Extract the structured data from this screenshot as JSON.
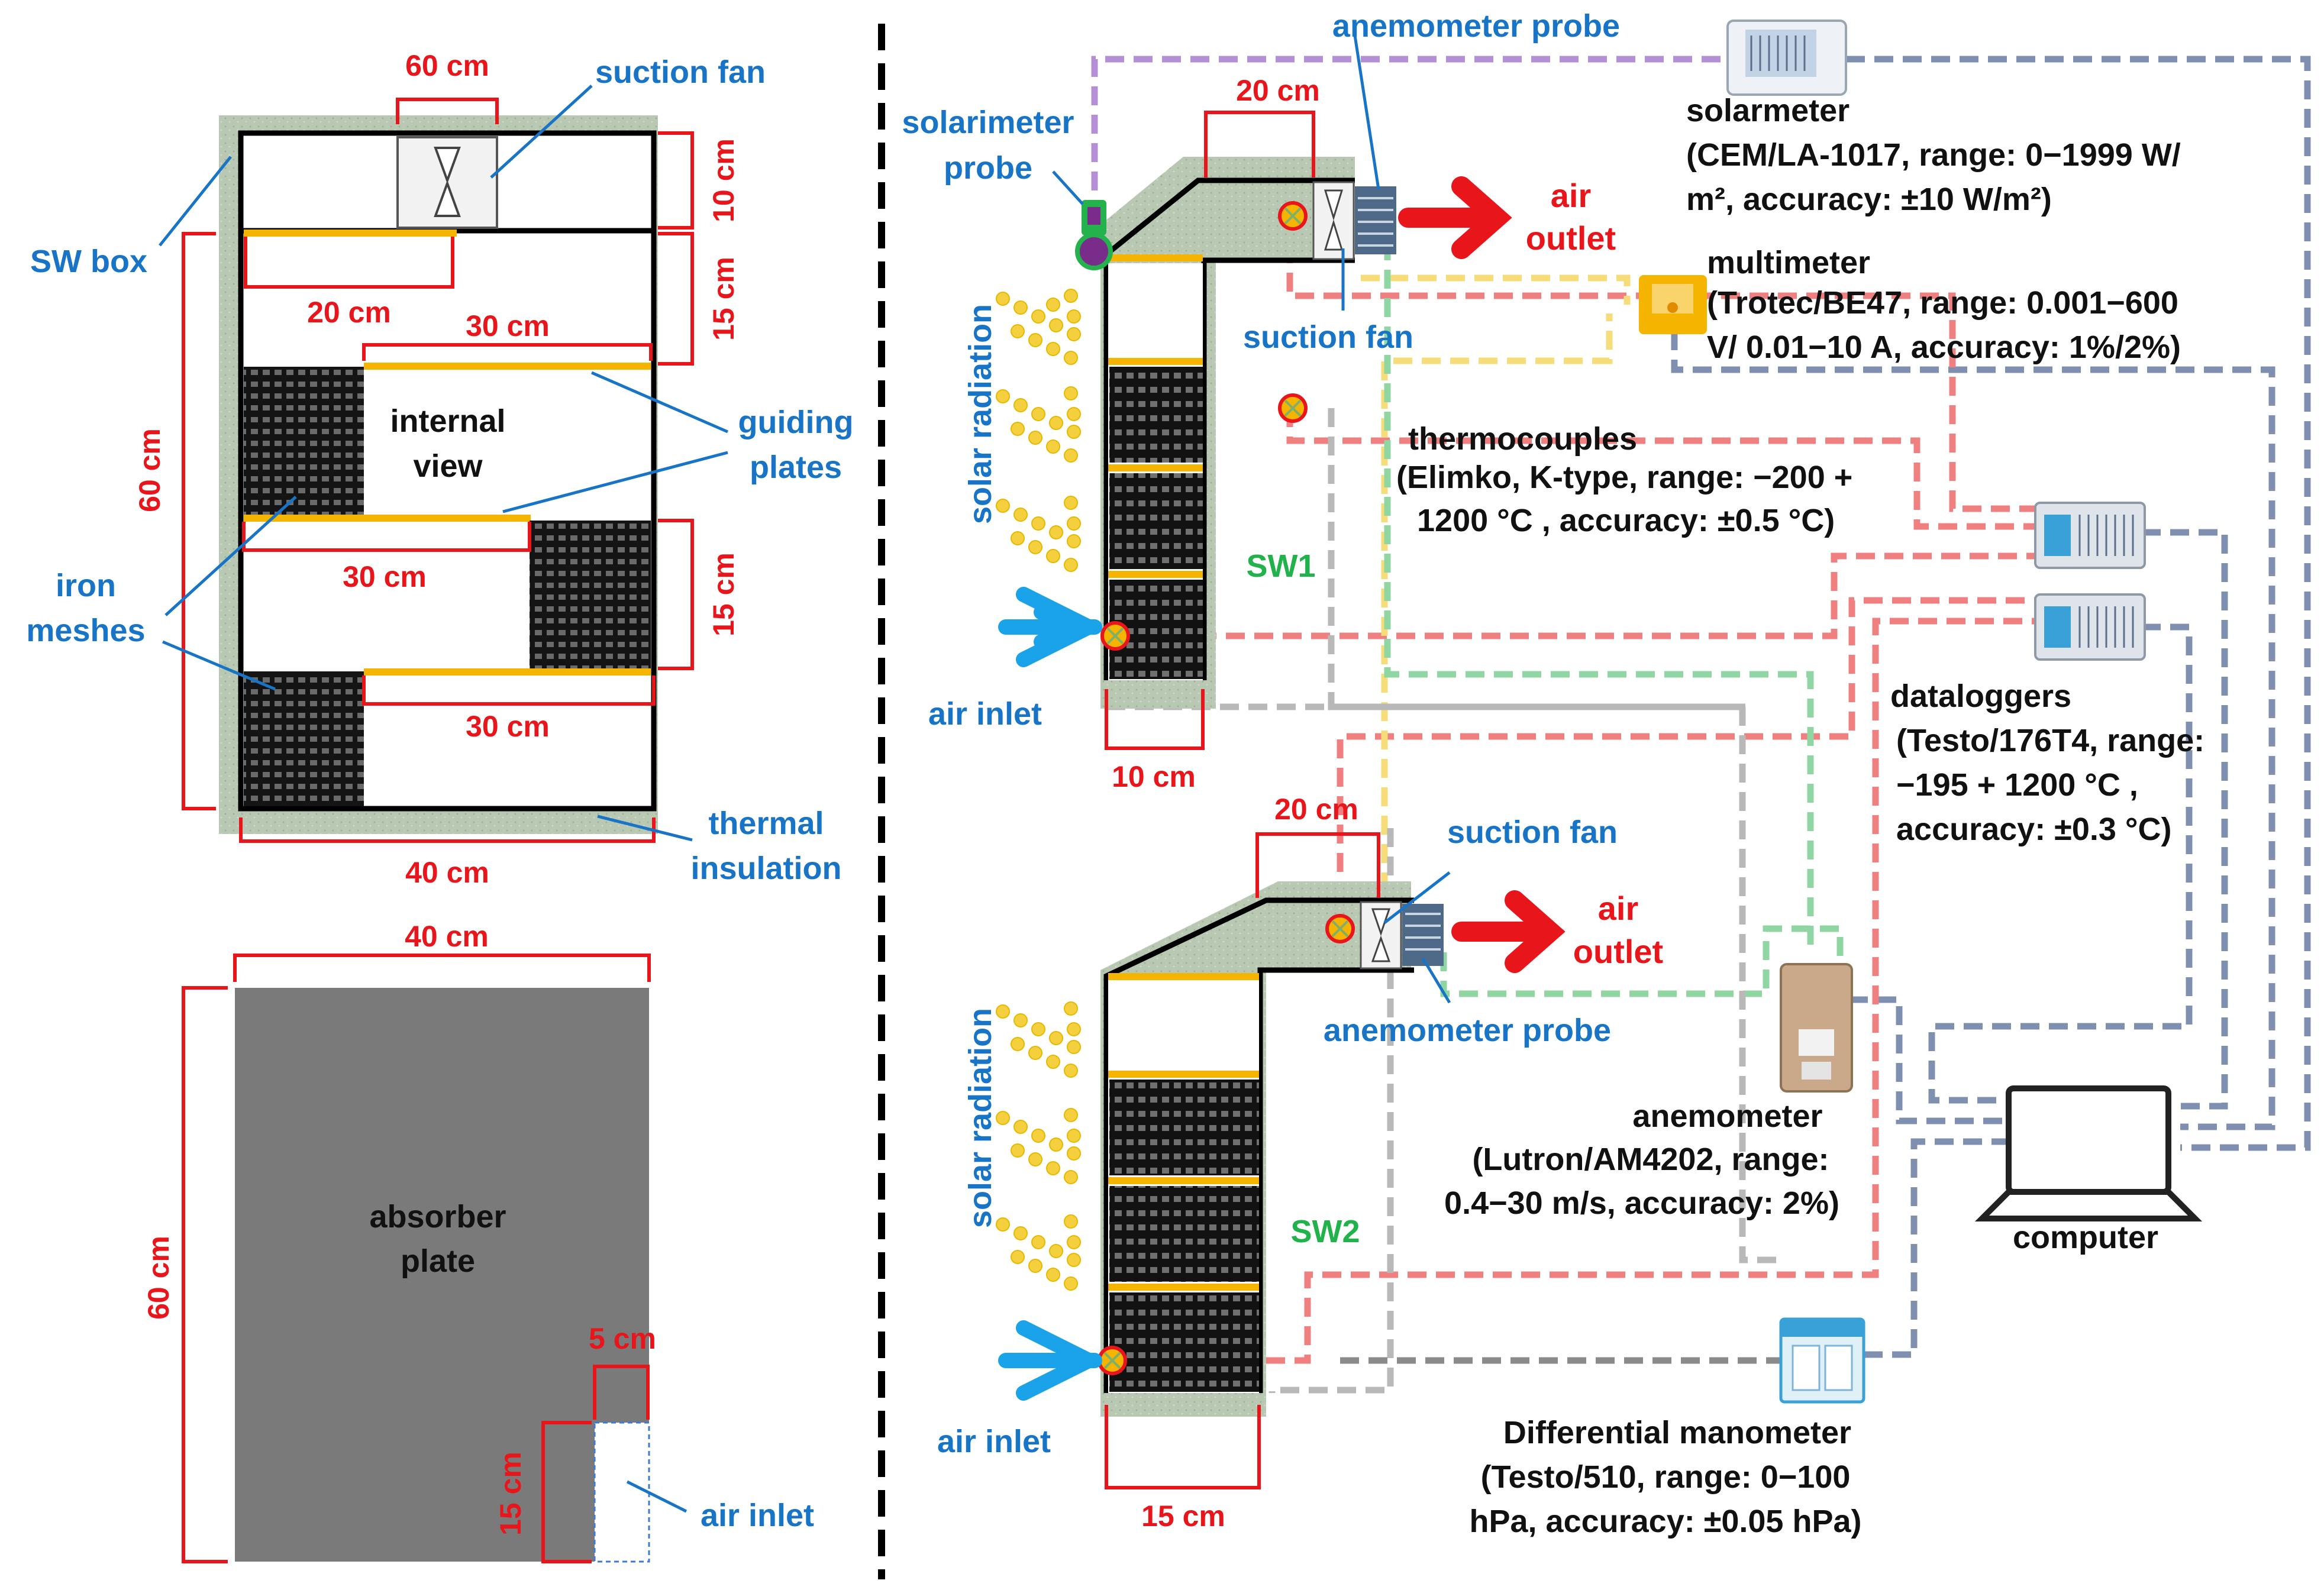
{
  "left_top": {
    "dim_top": "60 cm",
    "dim_right_top": "10 cm",
    "dim_right_mid": "15 cm",
    "dim_right_low": "15 cm",
    "dim_left": "60 cm",
    "dim_plate1": "20 cm",
    "dim_plate2": "30 cm",
    "dim_plate3": "30 cm",
    "dim_plate4": "30 cm",
    "dim_bottom": "40 cm",
    "suction_fan": "suction fan",
    "sw_box": "SW box",
    "internal_view_1": "internal",
    "internal_view_2": "view",
    "guiding_plates_1": "guiding",
    "guiding_plates_2": "plates",
    "iron_meshes_1": "iron",
    "iron_meshes_2": "meshes",
    "thermal_insulation_1": "thermal",
    "thermal_insulation_2": "insulation"
  },
  "left_bottom": {
    "dim_top": "40 cm",
    "dim_left": "60 cm",
    "dim_inlet_w": "5 cm",
    "dim_inlet_h": "15 cm",
    "absorber_1": "absorber",
    "absorber_2": "plate",
    "air_inlet": "air inlet"
  },
  "sw1": {
    "name": "SW1",
    "dim_top": "20 cm",
    "dim_bottom": "10 cm",
    "solar_radiation": "solar radiation",
    "air_inlet": "air inlet",
    "air_outlet_1": "air",
    "air_outlet_2": "outlet",
    "suction_fan": "suction fan",
    "anemometer_probe": "anemometer probe",
    "solarimeter_probe_1": "solarimeter",
    "solarimeter_probe_2": "probe"
  },
  "sw2": {
    "name": "SW2",
    "dim_top": "20 cm",
    "dim_bottom": "15 cm",
    "solar_radiation": "solar radiation",
    "air_inlet": "air inlet",
    "air_outlet_1": "air",
    "air_outlet_2": "outlet",
    "suction_fan": "suction fan",
    "anemometer_probe": "anemometer probe"
  },
  "instruments": {
    "solarmeter_1": "solarmeter",
    "solarmeter_2": "(CEM/LA-1017, range: 0−1999 W/",
    "solarmeter_3": "m², accuracy: ±10 W/m²)",
    "multimeter_1": "multimeter",
    "multimeter_2": "(Trotec/BE47, range: 0.001−600",
    "multimeter_3": "V/ 0.01−10 A, accuracy: 1%/2%)",
    "thermo_1": "thermocouples",
    "thermo_2": "(Elimko, K-type, range: −200 +",
    "thermo_3": "1200 °C , accuracy: ±0.5 °C)",
    "datalog_1": "dataloggers",
    "datalog_2": "(Testo/176T4, range:",
    "datalog_3": "−195 + 1200 °C ,",
    "datalog_4": "accuracy: ±0.3 °C)",
    "anemo_1": "anemometer",
    "anemo_2": "(Lutron/AM4202, range:",
    "anemo_3": "0.4−30 m/s, accuracy: 2%)",
    "manometer_1": "Differential manometer",
    "manometer_2": "(Testo/510, range: 0−100",
    "manometer_3": "hPa, accuracy: ±0.05 hPa)",
    "computer": "computer"
  },
  "colors": {
    "dimension": "#e8151b",
    "label_blue": "#1874c7",
    "sw_green": "#22b24c",
    "insulation": "#b9c8b2",
    "guide_plate": "#f4b400",
    "absorber": "#7a7a7a",
    "wire_purple": "#b48fd6",
    "wire_gray_blue": "#7f8fb0",
    "wire_red": "#f08080",
    "wire_yellow": "#f6dd7a",
    "wire_green": "#8fd6a3",
    "wire_gray": "#b8b8b8"
  }
}
